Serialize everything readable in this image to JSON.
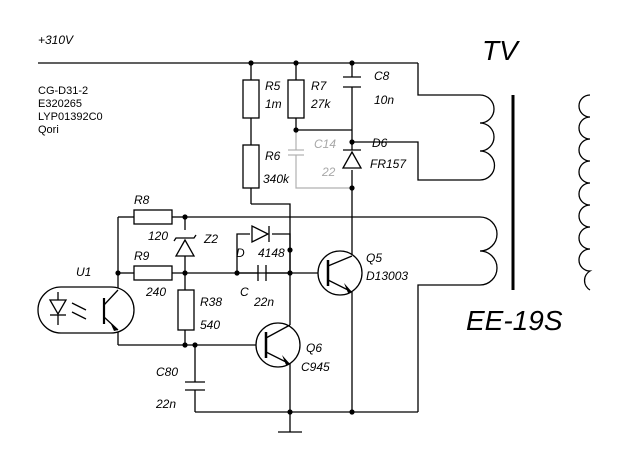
{
  "supply": "+310V",
  "info_lines": [
    "CG-D31-2",
    "E320265",
    "LYP01392C0",
    "Qori"
  ],
  "transformer": {
    "title": "TV",
    "model": "EE-19S"
  },
  "components": {
    "R5": {
      "ref": "R5",
      "value": "1m"
    },
    "R7": {
      "ref": "R7",
      "value": "27k"
    },
    "C8": {
      "ref": "C8",
      "value": "10n"
    },
    "R6": {
      "ref": "R6",
      "value": "340k"
    },
    "C14": {
      "ref": "C14",
      "value": "22"
    },
    "D6": {
      "ref": "D6",
      "value": "FR157"
    },
    "R8": {
      "ref": "R8",
      "value": "120"
    },
    "R9": {
      "ref": "R9",
      "value": "240"
    },
    "Z2": {
      "ref": "Z2"
    },
    "D": {
      "ref": "D",
      "value": "4148"
    },
    "C": {
      "ref": "C",
      "value": "22n"
    },
    "R38": {
      "ref": "R38",
      "value": "540"
    },
    "Q5": {
      "ref": "Q5",
      "value": "D13003"
    },
    "Q6": {
      "ref": "Q6",
      "value": "C945"
    },
    "C80": {
      "ref": "C80",
      "value": "22n"
    },
    "U1": {
      "ref": "U1"
    }
  }
}
